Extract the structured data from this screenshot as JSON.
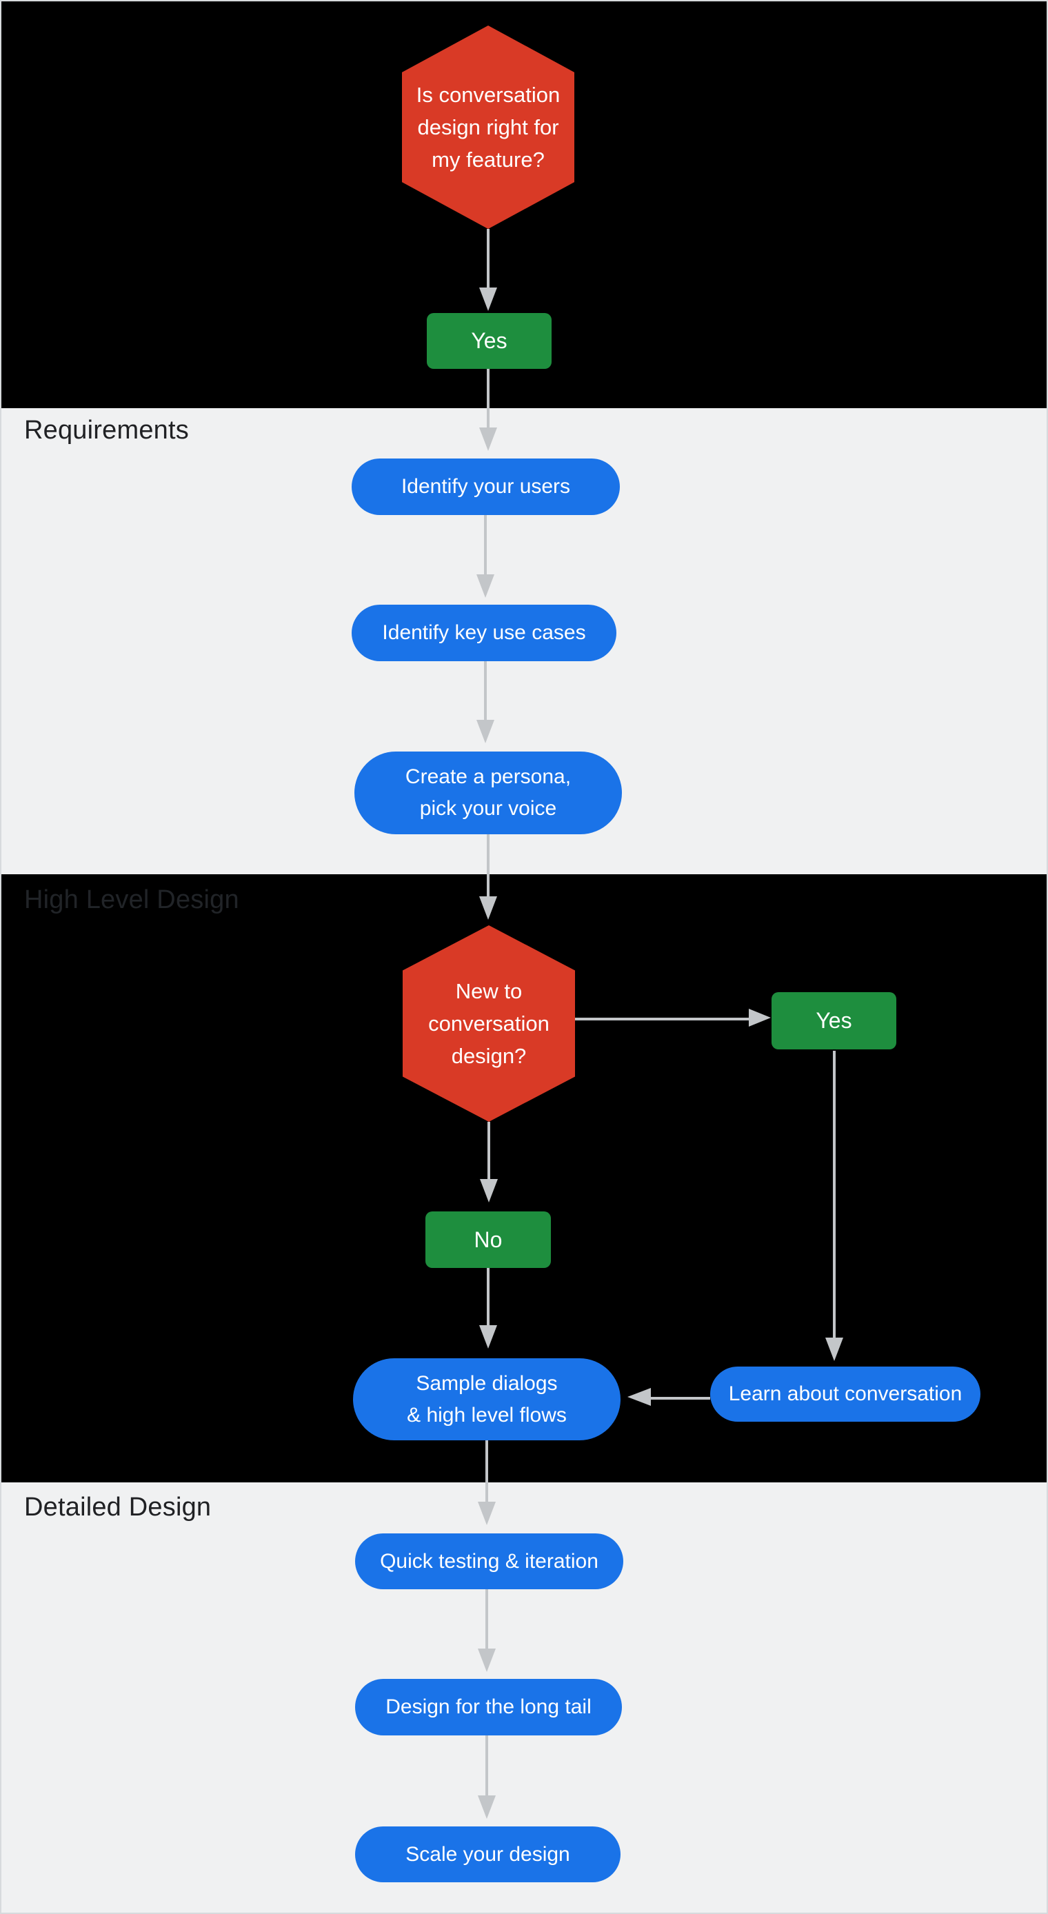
{
  "sections": {
    "requirements": {
      "label": "Requirements"
    },
    "high_level": {
      "label": "High Level Design"
    },
    "detailed": {
      "label": "Detailed Design"
    }
  },
  "nodes": {
    "q_right_for_feature": {
      "text": "Is conversation\ndesign right for\nmy feature?",
      "type": "decision"
    },
    "yes_top": {
      "text": "Yes",
      "type": "answer"
    },
    "identify_users": {
      "text": "Identify your users",
      "type": "process"
    },
    "identify_use_cases": {
      "text": "Identify key use cases",
      "type": "process"
    },
    "create_persona": {
      "text": "Create a persona,\npick your voice",
      "type": "process"
    },
    "q_new_to_design": {
      "text": "New to\nconversation\ndesign?",
      "type": "decision"
    },
    "yes_right": {
      "text": "Yes",
      "type": "answer"
    },
    "no_center": {
      "text": "No",
      "type": "answer"
    },
    "sample_dialogs": {
      "text": "Sample dialogs\n& high level flows",
      "type": "process"
    },
    "learn_conversation": {
      "text": "Learn about conversation",
      "type": "process"
    },
    "quick_testing": {
      "text": "Quick testing & iteration",
      "type": "process"
    },
    "design_long_tail": {
      "text": "Design for the long tail",
      "type": "process"
    },
    "scale_design": {
      "text": "Scale your design",
      "type": "process"
    }
  },
  "colors": {
    "decision_red": "#d93a26",
    "action_green": "#1e8e3e",
    "process_blue": "#1a73e8",
    "connector": "#c3c6c9",
    "light_bg": "#f0f1f2",
    "dark_bg": "#000000",
    "label": "#202124"
  }
}
